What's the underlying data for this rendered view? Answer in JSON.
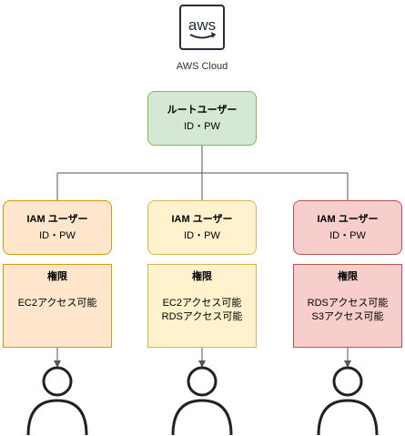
{
  "cloud": {
    "logo_text": "aws",
    "label": "AWS Cloud",
    "logo_icon": "aws-logo-icon"
  },
  "root_user": {
    "title": "ルートユーザー",
    "credentials": "ID・PW"
  },
  "iam_users": [
    {
      "title": "IAM ユーザー",
      "credentials": "ID・PW",
      "permissions_title": "権限",
      "permissions": [
        "EC2アクセス可能"
      ]
    },
    {
      "title": "IAM ユーザー",
      "credentials": "ID・PW",
      "permissions_title": "権限",
      "permissions": [
        "EC2アクセス可能",
        "RDSアクセス可能"
      ]
    },
    {
      "title": "IAM ユーザー",
      "credentials": "ID・PW",
      "permissions_title": "権限",
      "permissions": [
        "RDSアクセス可能",
        "S3アクセス可能"
      ]
    }
  ],
  "icons": {
    "person": "person-icon"
  },
  "colors": {
    "root": "#d5e8d4",
    "iam_1": "#ffe6cc",
    "iam_2": "#fff2cc",
    "iam_3": "#f8cecc"
  }
}
